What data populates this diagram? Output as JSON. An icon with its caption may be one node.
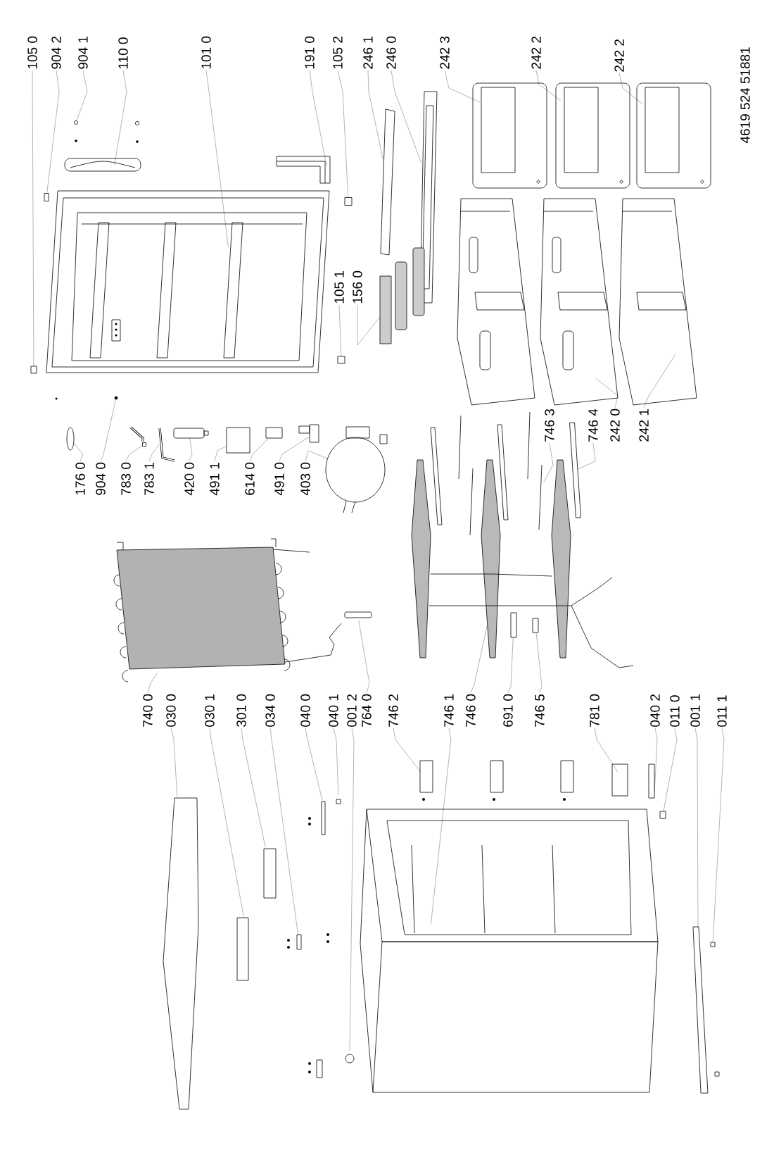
{
  "diagram": {
    "nodes": [
      {
        "text": [
          "105 0"
        ]
      },
      {
        "text": [
          "904 2"
        ]
      },
      {
        "text": [
          "904 1"
        ]
      },
      {
        "text": [
          "110 0"
        ]
      },
      {
        "text": [
          "101 0"
        ]
      },
      {
        "text": [
          "191 0"
        ]
      },
      {
        "text": [
          "105 2"
        ]
      },
      {
        "text": [
          "246 1"
        ]
      },
      {
        "text": [
          "246 0"
        ]
      },
      {
        "text": [
          "242 3"
        ]
      },
      {
        "text": [
          "242 2"
        ]
      },
      {
        "text": [
          "242 2"
        ]
      },
      {
        "text": [
          "105 1"
        ]
      },
      {
        "text": [
          "156 0"
        ]
      },
      {
        "text": [
          "176 0"
        ]
      },
      {
        "text": [
          "904 0"
        ]
      },
      {
        "text": [
          "783 0"
        ]
      },
      {
        "text": [
          "783 1"
        ]
      },
      {
        "text": [
          "420 0"
        ]
      },
      {
        "text": [
          "491 1"
        ]
      },
      {
        "text": [
          "614 0"
        ]
      },
      {
        "text": [
          "491 0"
        ]
      },
      {
        "text": [
          "403 0"
        ]
      },
      {
        "text": [
          "746 3"
        ]
      },
      {
        "text": [
          "746 4"
        ]
      },
      {
        "text": [
          "242 0"
        ]
      },
      {
        "text": [
          "242 1"
        ]
      },
      {
        "text": [
          "740 0"
        ]
      },
      {
        "text": [
          "030 0"
        ]
      },
      {
        "text": [
          "030 1"
        ]
      },
      {
        "text": [
          "301 0"
        ]
      },
      {
        "text": [
          "034 0"
        ]
      },
      {
        "text": [
          "040 0"
        ]
      },
      {
        "text": [
          "040 1"
        ]
      },
      {
        "text": [
          "001 2"
        ]
      },
      {
        "text": [
          "764 0"
        ]
      },
      {
        "text": [
          "746 2"
        ]
      },
      {
        "text": [
          "746 1"
        ]
      },
      {
        "text": [
          "746 0"
        ]
      },
      {
        "text": [
          "691 0"
        ]
      },
      {
        "text": [
          "746 5"
        ]
      },
      {
        "text": [
          "781 0"
        ]
      },
      {
        "text": [
          "040 2"
        ]
      },
      {
        "text": [
          "011 0"
        ]
      },
      {
        "text": [
          "001 1"
        ]
      },
      {
        "text": [
          "011 1"
        ]
      },
      {
        "text": [],
        "shape": "box"
      },
      {
        "text": [],
        "shape": "box"
      },
      {
        "text": [],
        "shape": "circle"
      },
      {
        "text": [],
        "shape": "box"
      },
      {
        "text": [],
        "shape": "box"
      },
      {
        "text": [],
        "shape": "box"
      },
      {
        "text": [],
        "shape": "circle"
      },
      {
        "text": [],
        "shape": "circle"
      },
      {
        "text": [],
        "shape": "box"
      },
      {
        "text": [],
        "shape": "cylinder"
      },
      {
        "text": [],
        "shape": "box"
      },
      {
        "text": [],
        "shape": "box"
      },
      {
        "text": [],
        "shape": "box"
      },
      {
        "text": [],
        "shape": "circle"
      },
      {
        "text": [],
        "shape": "bar"
      },
      {
        "text": [],
        "shape": "box"
      },
      {
        "text": [],
        "shape": "box"
      },
      {
        "text": [],
        "shape": "box"
      },
      {
        "text": [],
        "shape": "box"
      },
      {
        "text": [],
        "shape": "box"
      }
    ],
    "edges": [
      {
        "from": 0,
        "to": 46,
        "arrow": "none"
      },
      {
        "from": 1,
        "to": 47,
        "arrow": "none"
      },
      {
        "from": 2,
        "to": 48,
        "arrow": "none"
      },
      {
        "from": 3,
        "to": null,
        "arrow": "none"
      },
      {
        "from": 4,
        "to": null,
        "arrow": "none"
      },
      {
        "from": 5,
        "to": null,
        "arrow": "none"
      },
      {
        "from": 6,
        "to": 49,
        "arrow": "none"
      },
      {
        "from": 7,
        "to": null,
        "arrow": "none"
      },
      {
        "from": 8,
        "to": null,
        "arrow": "none"
      },
      {
        "from": 9,
        "to": null,
        "arrow": "none"
      },
      {
        "from": 10,
        "to": null,
        "arrow": "none"
      },
      {
        "from": 11,
        "to": null,
        "arrow": "none"
      },
      {
        "from": 12,
        "to": 50,
        "arrow": "none"
      },
      {
        "from": 13,
        "to": 51,
        "arrow": "none"
      },
      {
        "from": 14,
        "to": 52,
        "arrow": "none"
      },
      {
        "from": 15,
        "to": 53,
        "arrow": "none"
      },
      {
        "from": 16,
        "to": 54,
        "arrow": "none"
      },
      {
        "from": 17,
        "to": null,
        "arrow": "none"
      },
      {
        "from": 18,
        "to": 55,
        "arrow": "none"
      },
      {
        "from": 19,
        "to": 56,
        "arrow": "none"
      },
      {
        "from": 20,
        "to": 57,
        "arrow": "none"
      },
      {
        "from": 21,
        "to": 58,
        "arrow": "none"
      },
      {
        "from": 22,
        "to": 59,
        "arrow": "none"
      },
      {
        "from": 23,
        "to": null,
        "arrow": "none"
      },
      {
        "from": 24,
        "to": 60,
        "arrow": "none"
      },
      {
        "from": 25,
        "to": null,
        "arrow": "none"
      },
      {
        "from": 26,
        "to": null,
        "arrow": "none"
      },
      {
        "from": 27,
        "to": null,
        "arrow": "none"
      },
      {
        "from": 28,
        "to": null,
        "arrow": "none"
      },
      {
        "from": 29,
        "to": null,
        "arrow": "none"
      },
      {
        "from": 30,
        "to": null,
        "arrow": "none"
      },
      {
        "from": 31,
        "to": 61,
        "arrow": "none"
      },
      {
        "from": 32,
        "to": null,
        "arrow": "none"
      },
      {
        "from": 33,
        "to": null,
        "arrow": "none"
      },
      {
        "from": 34,
        "to": null,
        "arrow": "none"
      },
      {
        "from": 35,
        "to": null,
        "arrow": "none"
      },
      {
        "from": 36,
        "to": null,
        "arrow": "none"
      },
      {
        "from": 37,
        "to": null,
        "arrow": "none"
      },
      {
        "from": 38,
        "to": null,
        "arrow": "none"
      },
      {
        "from": 39,
        "to": 62,
        "arrow": "none"
      },
      {
        "from": 40,
        "to": 63,
        "arrow": "none"
      },
      {
        "from": 41,
        "to": null,
        "arrow": "none"
      },
      {
        "from": 42,
        "to": null,
        "arrow": "none"
      },
      {
        "from": 43,
        "to": 64,
        "arrow": "none"
      },
      {
        "from": 44,
        "to": null,
        "arrow": "none"
      },
      {
        "from": 45,
        "to": 65,
        "arrow": "none"
      }
    ],
    "labels": [
      "4619 524 51881"
    ]
  }
}
